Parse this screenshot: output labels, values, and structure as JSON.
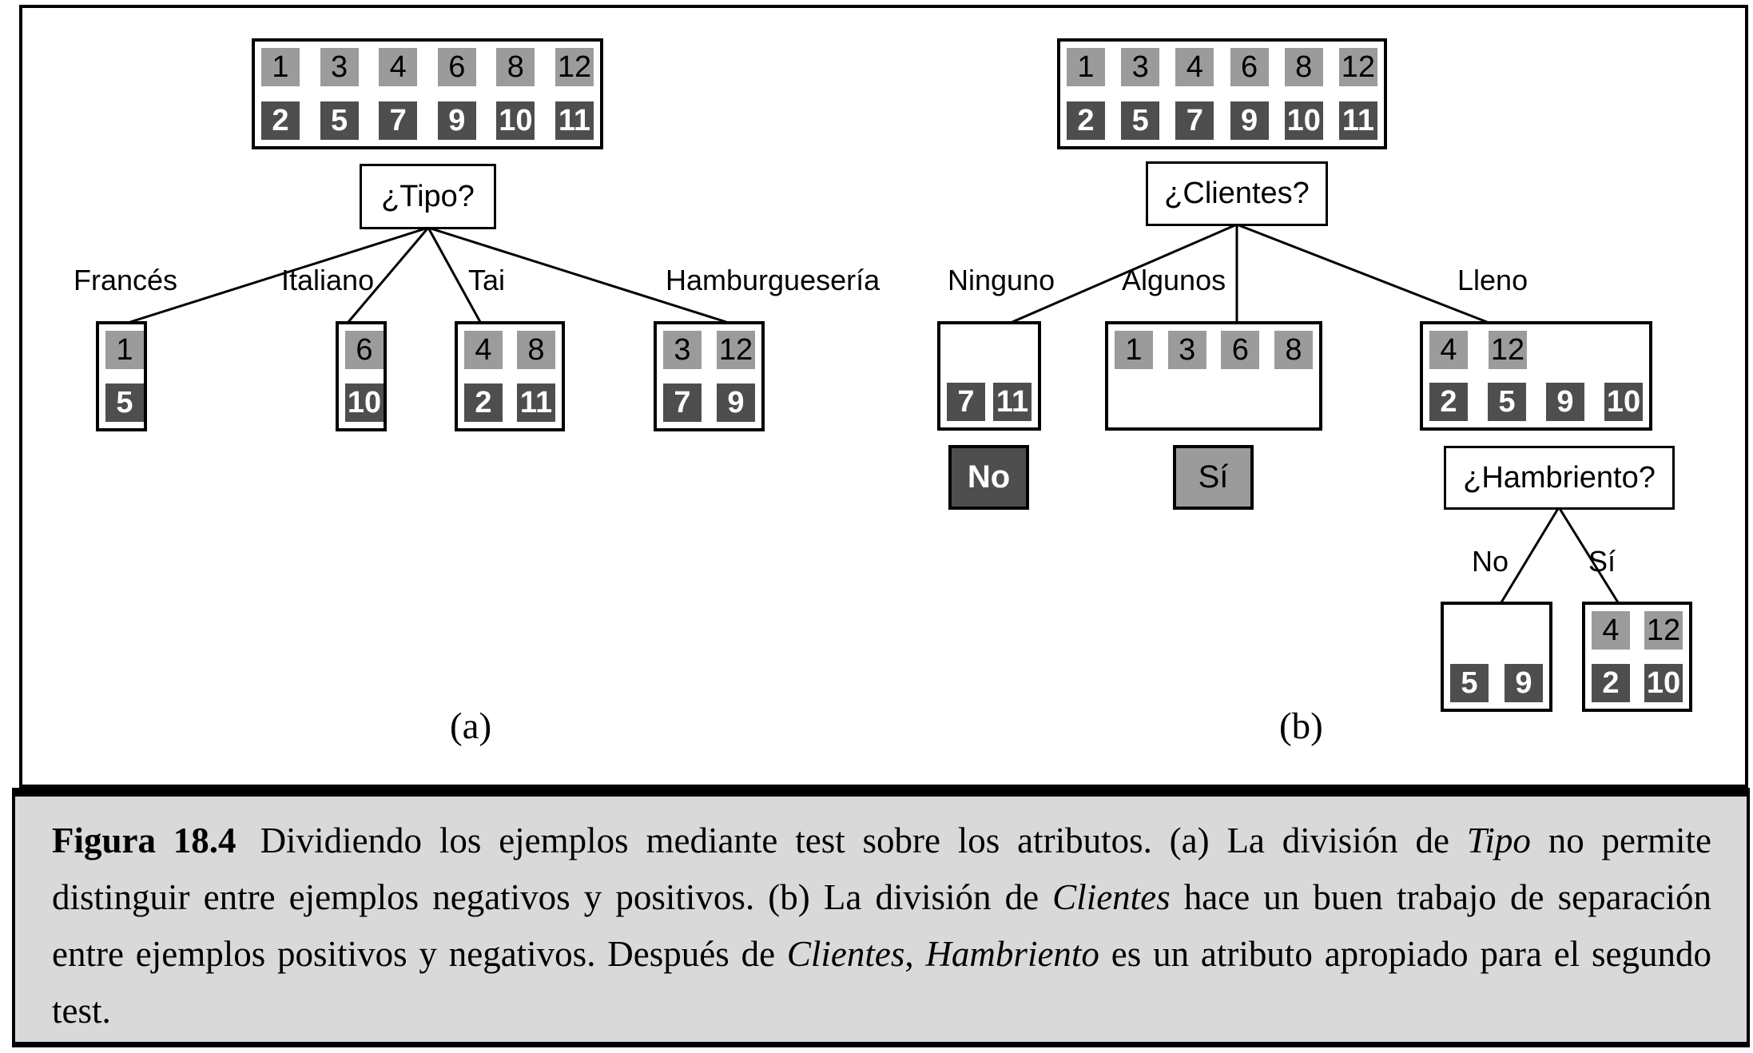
{
  "colors": {
    "positive_square": "#9b9b9b",
    "negative_square": "#4e4e4e",
    "caption_background": "#d9d9d9",
    "line": "#000000"
  },
  "panel_a": {
    "label": "(a)",
    "question": "¿Tipo?",
    "root": {
      "positives": [
        "1",
        "3",
        "4",
        "6",
        "8",
        "12"
      ],
      "negatives": [
        "2",
        "5",
        "7",
        "9",
        "10",
        "11"
      ]
    },
    "branches": [
      {
        "label": "Francés",
        "positives": [
          "1"
        ],
        "negatives": [
          "5"
        ]
      },
      {
        "label": "Italiano",
        "positives": [
          "6"
        ],
        "negatives": [
          "10"
        ]
      },
      {
        "label": "Tai",
        "positives": [
          "4",
          "8"
        ],
        "negatives": [
          "2",
          "11"
        ]
      },
      {
        "label": "Hamburguesería",
        "positives": [
          "3",
          "12"
        ],
        "negatives": [
          "7",
          "9"
        ]
      }
    ]
  },
  "panel_b": {
    "label": "(b)",
    "question": "¿Clientes?",
    "root": {
      "positives": [
        "1",
        "3",
        "4",
        "6",
        "8",
        "12"
      ],
      "negatives": [
        "2",
        "5",
        "7",
        "9",
        "10",
        "11"
      ]
    },
    "branches": [
      {
        "label": "Ninguno",
        "positives": [],
        "negatives": [
          "7",
          "11"
        ],
        "answer": "No"
      },
      {
        "label": "Algunos",
        "positives": [
          "1",
          "3",
          "6",
          "8"
        ],
        "negatives": [],
        "answer": "Sí"
      },
      {
        "label": "Lleno",
        "positives": [
          "4",
          "12"
        ],
        "negatives": [
          "2",
          "5",
          "9",
          "10"
        ]
      }
    ],
    "subtree": {
      "question": "¿Hambriento?",
      "branches": [
        {
          "label": "No",
          "positives": [],
          "negatives": [
            "5",
            "9"
          ]
        },
        {
          "label": "Sí",
          "positives": [
            "4",
            "12"
          ],
          "negatives": [
            "2",
            "10"
          ]
        }
      ]
    }
  },
  "caption": {
    "segments": [
      {
        "t": "Figura 18.4",
        "s": "bold"
      },
      {
        "t": "Dividiendo los ejemplos mediante test sobre los atributos. (a) La división de ",
        "s": "normal"
      },
      {
        "t": "Tipo",
        "s": "italic"
      },
      {
        "t": " no permite distinguir entre ejemplos negativos y positivos. (b) La división de ",
        "s": "normal"
      },
      {
        "t": "Clientes",
        "s": "italic"
      },
      {
        "t": " hace un buen trabajo de separación entre ejemplos positivos y negativos. Después de ",
        "s": "normal"
      },
      {
        "t": "Clientes",
        "s": "italic"
      },
      {
        "t": ", ",
        "s": "normal"
      },
      {
        "t": "Hambriento",
        "s": "italic"
      },
      {
        "t": " es un atributo apropiado para el segundo test.",
        "s": "normal"
      }
    ]
  }
}
